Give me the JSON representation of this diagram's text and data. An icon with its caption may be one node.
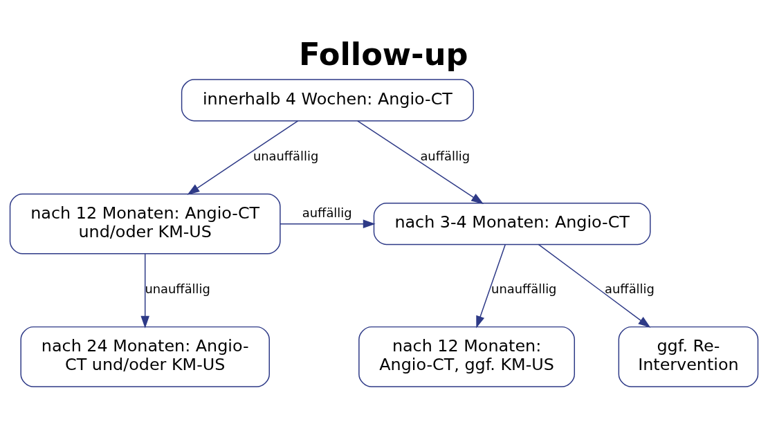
{
  "diagram": {
    "title": "Follow-up",
    "nodes": [
      {
        "text": [
          "innerhalb 4 Wochen: Angio-CT"
        ]
      },
      {
        "text": [
          "nach 12 Monaten: Angio-CT und/oder KM-US"
        ]
      },
      {
        "text": [
          "nach 3-4 Monaten: Angio-CT"
        ]
      },
      {
        "text": [
          "nach 24 Monaten: Angio-CT und/oder KM-US"
        ]
      },
      {
        "text": [
          "nach 12 Monaten: Angio-CT, ggf. KM-US"
        ]
      },
      {
        "text": [
          "ggf. Re-Intervention"
        ]
      }
    ],
    "edges": [
      {
        "from": 0,
        "to": 1,
        "arrow": "to",
        "label": "unauffällig"
      },
      {
        "from": 0,
        "to": 2,
        "arrow": "to",
        "label": "auffällig"
      },
      {
        "from": 1,
        "to": 2,
        "arrow": "to",
        "label": "auffällig"
      },
      {
        "from": 1,
        "to": 3,
        "arrow": "to",
        "label": "unauffällig"
      },
      {
        "from": 2,
        "to": 4,
        "arrow": "to",
        "label": "unauffällig"
      },
      {
        "from": 2,
        "to": 5,
        "arrow": "to",
        "label": "auffällig"
      }
    ]
  }
}
